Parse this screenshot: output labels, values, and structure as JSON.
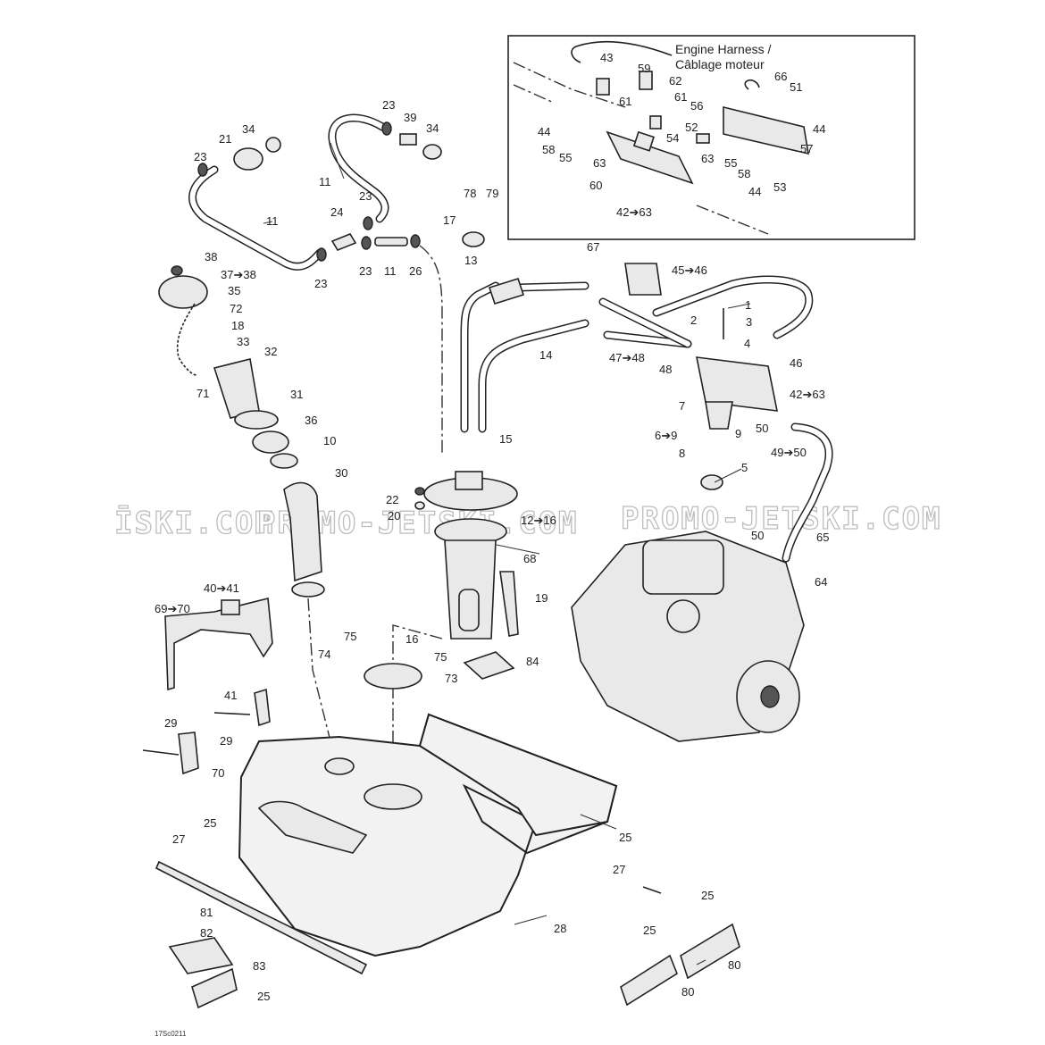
{
  "inset": {
    "title_line1": "Engine Harness /",
    "title_line2": "Câblage moteur"
  },
  "watermark": {
    "left": "ĪSKI.COM",
    "center": "PROMO-JETSKI.COM",
    "right": "PROMO-JETSKI.COM"
  },
  "figure_code": "17Sc0211",
  "callouts": [
    {
      "id": "c43",
      "text": "43"
    },
    {
      "id": "c59",
      "text": "59"
    },
    {
      "id": "c62",
      "text": "62"
    },
    {
      "id": "c61a",
      "text": "61"
    },
    {
      "id": "c61b",
      "text": "61"
    },
    {
      "id": "c66",
      "text": "66"
    },
    {
      "id": "c51",
      "text": "51"
    },
    {
      "id": "c56",
      "text": "56"
    },
    {
      "id": "c44a",
      "text": "44"
    },
    {
      "id": "c44b",
      "text": "44"
    },
    {
      "id": "c44c",
      "text": "44"
    },
    {
      "id": "c52",
      "text": "52"
    },
    {
      "id": "c54",
      "text": "54"
    },
    {
      "id": "c57",
      "text": "57"
    },
    {
      "id": "c58a",
      "text": "58"
    },
    {
      "id": "c55a",
      "text": "55"
    },
    {
      "id": "c63a",
      "text": "63"
    },
    {
      "id": "c63b",
      "text": "63"
    },
    {
      "id": "c55b",
      "text": "55"
    },
    {
      "id": "c58b",
      "text": "58"
    },
    {
      "id": "c60",
      "text": "60"
    },
    {
      "id": "c53",
      "text": "53"
    },
    {
      "id": "c42_63a",
      "text": "42➔63"
    },
    {
      "id": "c23a",
      "text": "23"
    },
    {
      "id": "c39",
      "text": "39"
    },
    {
      "id": "c34a",
      "text": "34"
    },
    {
      "id": "c34b",
      "text": "34"
    },
    {
      "id": "c21",
      "text": "21"
    },
    {
      "id": "c23b",
      "text": "23"
    },
    {
      "id": "c11a",
      "text": "11"
    },
    {
      "id": "c23c",
      "text": "23"
    },
    {
      "id": "c24",
      "text": "24"
    },
    {
      "id": "c11b",
      "text": "11"
    },
    {
      "id": "c23d",
      "text": "23"
    },
    {
      "id": "c23e",
      "text": "23"
    },
    {
      "id": "c11c",
      "text": "11"
    },
    {
      "id": "c26",
      "text": "26"
    },
    {
      "id": "c23f",
      "text": "23"
    },
    {
      "id": "c78",
      "text": "78"
    },
    {
      "id": "c79",
      "text": "79"
    },
    {
      "id": "c17",
      "text": "17"
    },
    {
      "id": "c13",
      "text": "13"
    },
    {
      "id": "c38",
      "text": "38"
    },
    {
      "id": "c37_38",
      "text": "37➔38"
    },
    {
      "id": "c35",
      "text": "35"
    },
    {
      "id": "c72",
      "text": "72"
    },
    {
      "id": "c18",
      "text": "18"
    },
    {
      "id": "c33",
      "text": "33"
    },
    {
      "id": "c32",
      "text": "32"
    },
    {
      "id": "c71",
      "text": "71"
    },
    {
      "id": "c31",
      "text": "31"
    },
    {
      "id": "c36",
      "text": "36"
    },
    {
      "id": "c10",
      "text": "10"
    },
    {
      "id": "c30",
      "text": "30"
    },
    {
      "id": "c67",
      "text": "67"
    },
    {
      "id": "c45_46",
      "text": "45➔46"
    },
    {
      "id": "c1",
      "text": "1"
    },
    {
      "id": "c2",
      "text": "2"
    },
    {
      "id": "c3",
      "text": "3"
    },
    {
      "id": "c4",
      "text": "4"
    },
    {
      "id": "c14",
      "text": "14"
    },
    {
      "id": "c47_48",
      "text": "47➔48"
    },
    {
      "id": "c48",
      "text": "48"
    },
    {
      "id": "c46",
      "text": "46"
    },
    {
      "id": "c42_63b",
      "text": "42➔63"
    },
    {
      "id": "c7",
      "text": "7"
    },
    {
      "id": "c50a",
      "text": "50"
    },
    {
      "id": "c15",
      "text": "15"
    },
    {
      "id": "c6_9",
      "text": "6➔9"
    },
    {
      "id": "c9",
      "text": "9"
    },
    {
      "id": "c8",
      "text": "8"
    },
    {
      "id": "c49_50",
      "text": "49➔50"
    },
    {
      "id": "c5",
      "text": "5"
    },
    {
      "id": "c22",
      "text": "22"
    },
    {
      "id": "c20",
      "text": "20"
    },
    {
      "id": "c12_16",
      "text": "12➔16"
    },
    {
      "id": "c50b",
      "text": "50"
    },
    {
      "id": "c65",
      "text": "65"
    },
    {
      "id": "c68",
      "text": "68"
    },
    {
      "id": "c40_41",
      "text": "40➔41"
    },
    {
      "id": "c69_70",
      "text": "69➔70"
    },
    {
      "id": "c19",
      "text": "19"
    },
    {
      "id": "c64",
      "text": "64"
    },
    {
      "id": "c16",
      "text": "16"
    },
    {
      "id": "c75a",
      "text": "75"
    },
    {
      "id": "c74",
      "text": "74"
    },
    {
      "id": "c75b",
      "text": "75"
    },
    {
      "id": "c84",
      "text": "84"
    },
    {
      "id": "c73",
      "text": "73"
    },
    {
      "id": "c41",
      "text": "41"
    },
    {
      "id": "c29a",
      "text": "29"
    },
    {
      "id": "c29b",
      "text": "29"
    },
    {
      "id": "c70",
      "text": "70"
    },
    {
      "id": "c25a",
      "text": "25"
    },
    {
      "id": "c27a",
      "text": "27"
    },
    {
      "id": "c25b",
      "text": "25"
    },
    {
      "id": "c27b",
      "text": "27"
    },
    {
      "id": "c25c",
      "text": "25"
    },
    {
      "id": "c28",
      "text": "28"
    },
    {
      "id": "c81",
      "text": "81"
    },
    {
      "id": "c82",
      "text": "82"
    },
    {
      "id": "c83",
      "text": "83"
    },
    {
      "id": "c25d",
      "text": "25"
    },
    {
      "id": "c25e",
      "text": "25"
    },
    {
      "id": "c80a",
      "text": "80"
    },
    {
      "id": "c80b",
      "text": "80"
    }
  ]
}
